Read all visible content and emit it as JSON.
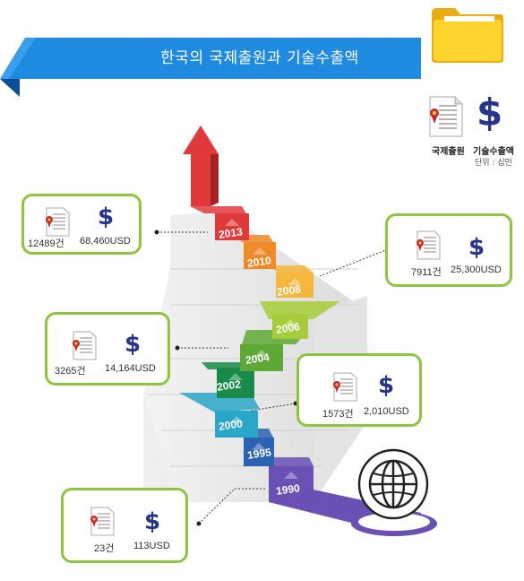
{
  "title": "한국의 국제출원과 기술수출액",
  "legend": {
    "patent_label": "국제출원",
    "export_label": "기술수출액",
    "unit": "단위 : 십만"
  },
  "steps": [
    {
      "year": "1990",
      "color": "#6a4fb5"
    },
    {
      "year": "1995",
      "color": "#2b62b3"
    },
    {
      "year": "2000",
      "color": "#2aa6c9"
    },
    {
      "year": "2002",
      "color": "#1a8a4a"
    },
    {
      "year": "2004",
      "color": "#5ea835"
    },
    {
      "year": "2006",
      "color": "#a5cc3a"
    },
    {
      "year": "2008",
      "color": "#f4b73b"
    },
    {
      "year": "2010",
      "color": "#ef8a2a"
    },
    {
      "year": "2013",
      "color": "#e0393b"
    }
  ],
  "callouts": [
    {
      "id": "2013",
      "patents": "12489건",
      "exports": "68,460USD"
    },
    {
      "id": "2008",
      "patents": "7911건",
      "exports": "25,300USD"
    },
    {
      "id": "2004",
      "patents": "3265건",
      "exports": "14,164USD"
    },
    {
      "id": "2000",
      "patents": "1573건",
      "exports": "2,010USD"
    },
    {
      "id": "1990",
      "patents": "23건",
      "exports": "113USD"
    }
  ],
  "dollar_symbol": "$",
  "colors": {
    "banner": "#1e8ae0",
    "box_border": "#8cc63f",
    "dollar": "#26348b",
    "arrow": "#e0393b"
  }
}
